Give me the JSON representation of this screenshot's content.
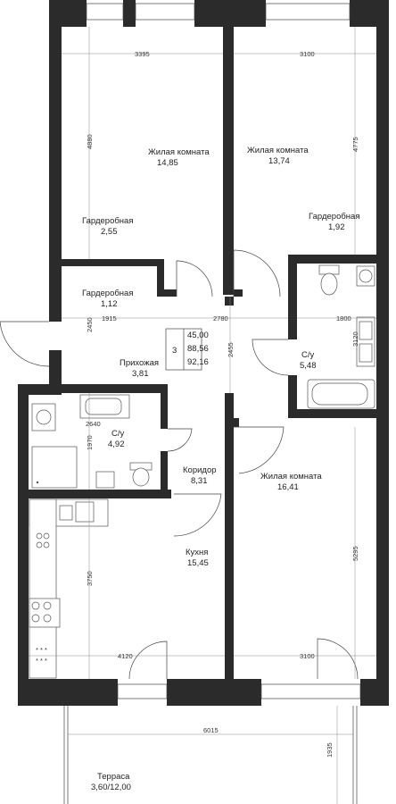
{
  "rooms": {
    "living1": {
      "name": "Жилая комната",
      "area": "14,85"
    },
    "living2": {
      "name": "Жилая комната",
      "area": "13,74"
    },
    "wardrobe1": {
      "name": "Гардеробная",
      "area": "2,55"
    },
    "wardrobe2": {
      "name": "Гардеробная",
      "area": "1,92"
    },
    "wardrobe3": {
      "name": "Гардеробная",
      "area": "1,12"
    },
    "hall": {
      "name": "Прихожая",
      "area": "3,81"
    },
    "bath1": {
      "name": "С/у",
      "area": "4,92"
    },
    "bath2": {
      "name": "С/у",
      "area": "5,48"
    },
    "corridor": {
      "name": "Коридор",
      "area": "8,31"
    },
    "kitchen": {
      "name": "Кухня",
      "area": "15,45"
    },
    "living3": {
      "name": "Жилая комната",
      "area": "16,41"
    },
    "terrace": {
      "name": "Терраса",
      "area": "3,60/12,00"
    }
  },
  "summary": {
    "rooms_count": "3",
    "area_living": "45,00",
    "area_total": "88,56",
    "area_with_terrace": "92,16"
  },
  "dimensions": {
    "d3395": "3395",
    "d3100a": "3100",
    "d4880": "4880",
    "d4775": "4775",
    "d2450": "2450",
    "d1915": "1915",
    "d2780": "2780",
    "d1800": "1800",
    "d3120": "3120",
    "d2455": "2455",
    "d2640": "2640",
    "d1970": "1970",
    "d3750": "3750",
    "d4120": "4120",
    "d3100b": "3100",
    "d5295": "5295",
    "d6015": "6015",
    "d1935": "1935"
  },
  "colors": {
    "wall": "#2b2b2b",
    "background": "#ffffff"
  }
}
